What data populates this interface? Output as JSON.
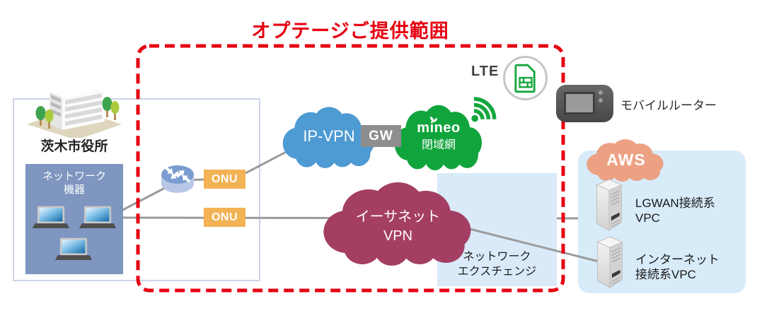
{
  "title": "オプテージご提供範囲",
  "city_hall": {
    "label": "茨木市役所"
  },
  "network_devices": {
    "line1": "ネットワーク",
    "line2": "機器"
  },
  "onu_top": {
    "label": "ONU"
  },
  "onu_bottom": {
    "label": "ONU"
  },
  "ip_vpn_cloud": {
    "label": "IP-VPN"
  },
  "gw": {
    "label": "GW"
  },
  "mineo_cloud": {
    "logo": "mineo",
    "label": "閉域網"
  },
  "lte": {
    "label": "LTE"
  },
  "mobile_router": {
    "label": "モバイルルーター"
  },
  "ethernet_vpn_cloud": {
    "line1": "イーサネット",
    "line2": "VPN"
  },
  "network_exchange": {
    "line1": "ネットワーク",
    "line2": "エクスチェンジ"
  },
  "aws": {
    "label": "AWS"
  },
  "vpc_lgwan": {
    "line1": "LGWAN接続系",
    "line2": "VPC"
  },
  "vpc_internet": {
    "line1": "インターネット",
    "line2": "接続系VPC"
  },
  "colors": {
    "brand_red": "#e60012",
    "ip_vpn_blue": "#4e9ad3",
    "mineo_green": "#10a43c",
    "ethernet_vpn_maroon": "#a43e63",
    "aws_cloud_salmon": "#eca183",
    "onu_orange": "#f3b254",
    "gw_gray": "#8e8e8e",
    "line_gray": "#9b9b9b",
    "panel_light_blue": "#daeaf8",
    "network_box_blue": "#7e96c0"
  }
}
